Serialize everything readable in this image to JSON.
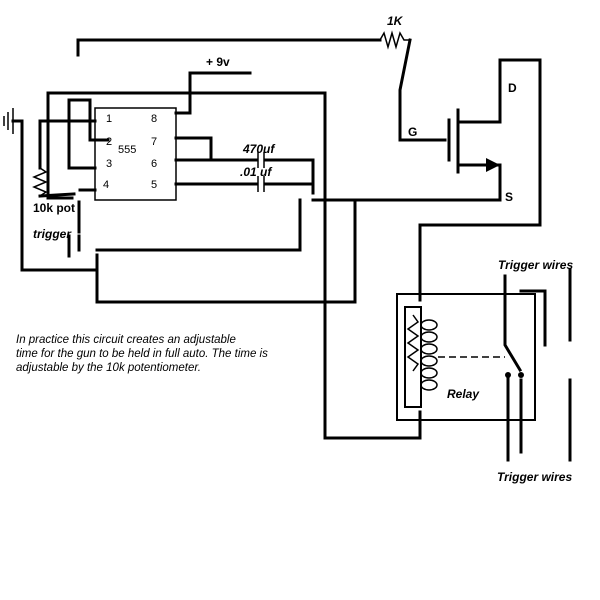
{
  "ic": {
    "name": "555",
    "pins": {
      "p1": "1",
      "p2": "2",
      "p3": "3",
      "p4": "4",
      "p5": "5",
      "p6": "6",
      "p7": "7",
      "p8": "8"
    }
  },
  "labels": {
    "supply": "+ 9v",
    "resistor": "1K",
    "cap_large": "470uf",
    "cap_small": ".01 uf",
    "pot": "10k pot",
    "trigger": "trigger",
    "gate": "G",
    "drain": "D",
    "source": "S",
    "relay": "Relay",
    "trigger_wires_top": "Trigger wires",
    "trigger_wires_bottom": "Trigger wires"
  },
  "caption": {
    "line1": "In practice this circuit creates an adjustable",
    "line2": "time for the gun to be held in full auto.  The time is",
    "line3": "adjustable by the 10k potentiometer."
  }
}
